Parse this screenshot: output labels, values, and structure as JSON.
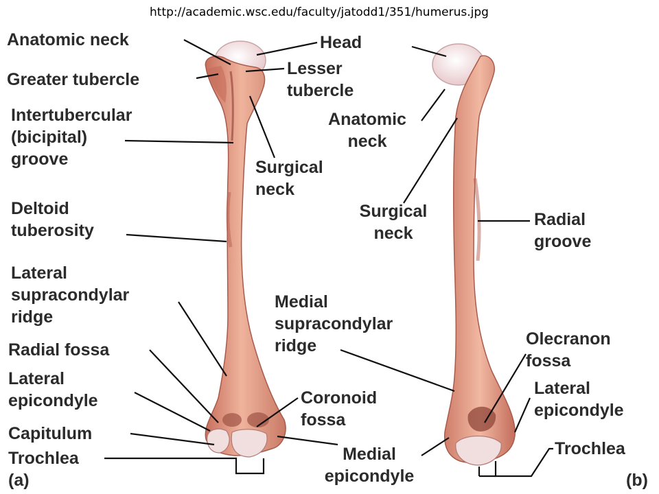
{
  "source_url": "http://academic.wsc.edu/faculty/jatodd1/351/humerus.jpg",
  "panels": {
    "a": "(a)",
    "b": "(b)"
  },
  "labels": {
    "anatomic_neck_a": "Anatomic neck",
    "greater_tubercle": "Greater tubercle",
    "intertubercular_groove": "Intertubercular\n(bicipital)\ngroove",
    "deltoid_tuberosity": "Deltoid\ntuberosity",
    "lateral_supracondylar_ridge": "Lateral\nsupracondylar\nridge",
    "radial_fossa": "Radial fossa",
    "lateral_epicondyle_a": "Lateral\nepicondyle",
    "capitulum": "Capitulum",
    "trochlea_a": "Trochlea",
    "head": "Head",
    "lesser_tubercle": "Lesser\ntubercle",
    "surgical_neck_a": "Surgical\nneck",
    "anatomic_neck_b": "Anatomic\nneck",
    "surgical_neck_b": "Surgical\nneck",
    "medial_supracondylar_ridge": "Medial\nsupracondylar\nridge",
    "coronoid_fossa": "Coronoid\nfossa",
    "medial_epicondyle": "Medial\nepicondyle",
    "radial_groove": "Radial\ngroove",
    "olecranon_fossa": "Olecranon\nfossa",
    "lateral_epicondyle_b": "Lateral\nepicondyle",
    "trochlea_b": "Trochlea"
  },
  "colors": {
    "bone_fill": "#e7a48c",
    "bone_shade": "#c77563",
    "bone_edge": "#a85a4c",
    "cartilage": "#f2e4e4",
    "leader_line": "#111111",
    "label_text": "#2b2b2b"
  }
}
